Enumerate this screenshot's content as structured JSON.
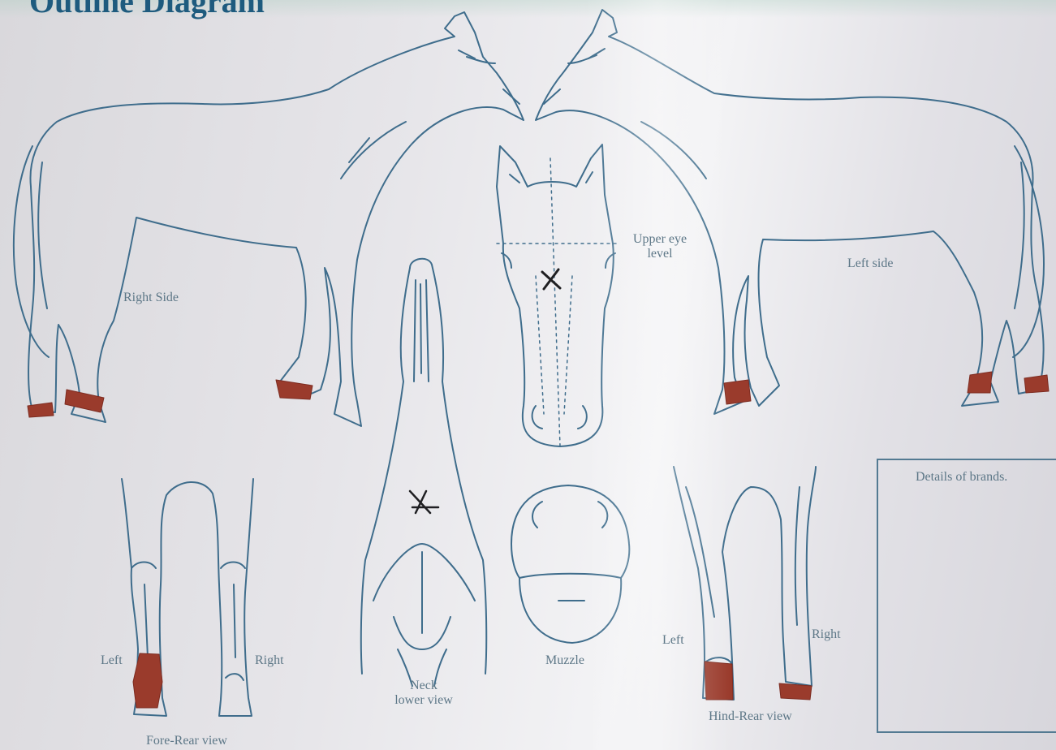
{
  "header": {
    "title": "Outline Diagram"
  },
  "labels": {
    "right_side": "Right Side",
    "left_side": "Left side",
    "upper_eye_level": [
      "Upper eye",
      "level"
    ],
    "neck": [
      "Neck",
      "lower view"
    ],
    "muzzle": "Muzzle",
    "fore_left": "Left",
    "fore_right": "Right",
    "fore_rear_view": "Fore-Rear view",
    "hind_left": "Left",
    "hind_right": "Right",
    "hind_rear_view": "Hind-Rear view"
  },
  "brand_box": {
    "title": "Details of brands."
  },
  "colors": {
    "outline": "#3f6d8c",
    "marking": "#9a3b2c",
    "cross": "#1f1f22"
  }
}
